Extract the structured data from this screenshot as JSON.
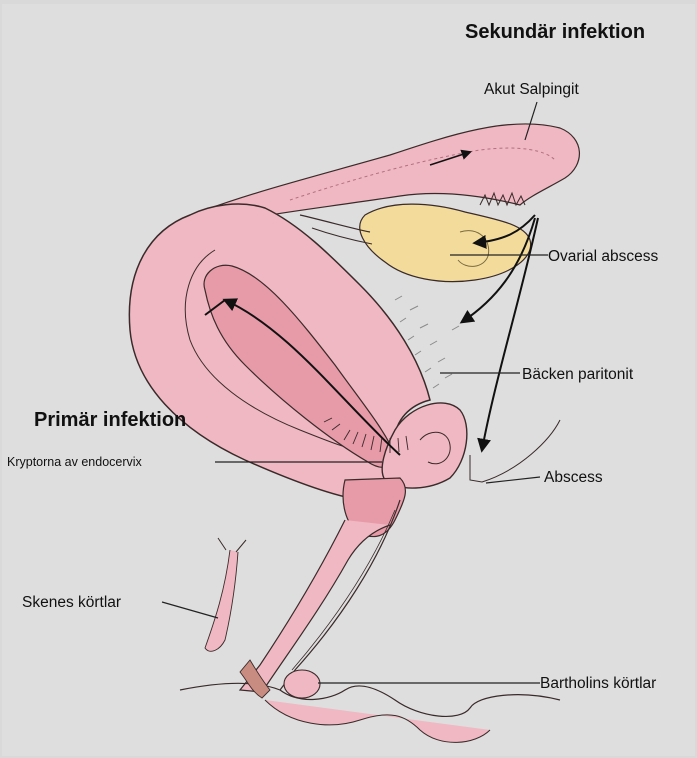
{
  "headings": {
    "secondary": "Sekundär infektion",
    "primary": "Primär infektion"
  },
  "labels": {
    "acute_salpingitis": "Akut Salpingit",
    "ovarian_abscess": "Ovarial abscess",
    "pelvic_peritonitis": "Bäcken paritonit",
    "abscess": "Abscess",
    "crypts": "Kryptorna av endocervix",
    "skenes": "Skenes körtlar",
    "bartholins": "Bartholins körtlar"
  },
  "colors": {
    "background": "#d9d9d9",
    "uterus_outer": "#f0b8c2",
    "uterus_inner": "#e79aa8",
    "ovary": "#f3dc9b",
    "outline": "#1a1a1a"
  }
}
